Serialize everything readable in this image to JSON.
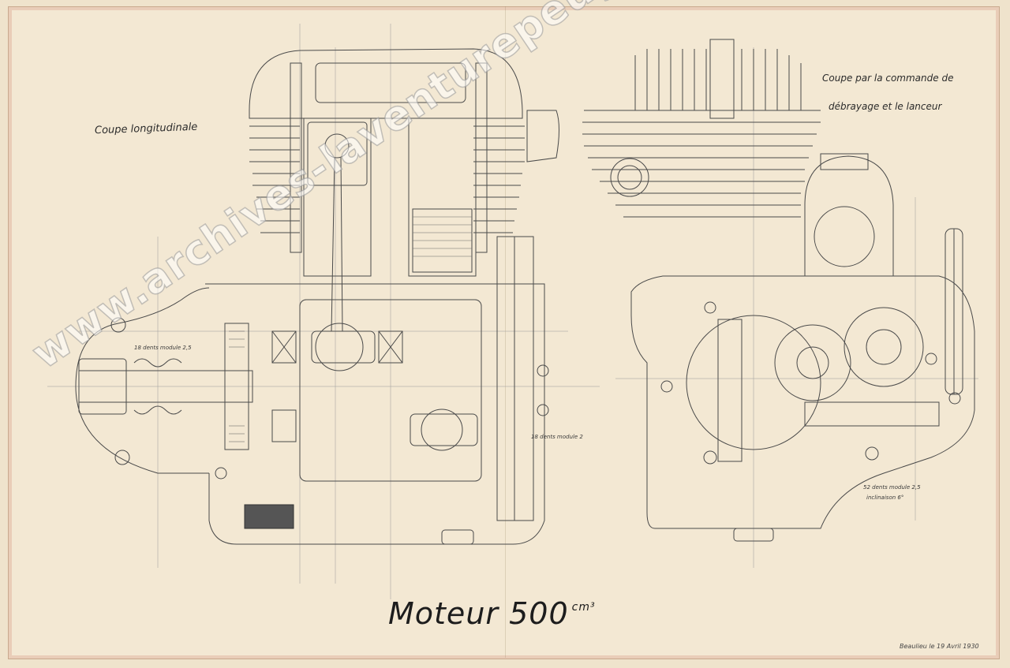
{
  "document": {
    "labels": {
      "left_section": "Coupe longitudinale",
      "right_section_line1": "Coupe par la commande de",
      "right_section_line2": "débrayage et le lanceur"
    },
    "annotations": {
      "note_1": "18 dents module 2,5",
      "note_2": "18 dents module 2",
      "note_3": "52 dents module 2,5",
      "note_4": "inclinaison 6°"
    },
    "title": "Moteur 500",
    "title_unit": "cm³",
    "footer": "Beaulieu le 19 Avril 1930",
    "watermark": "www.archives-laventurepeugeotcitroends.com",
    "colors": {
      "paper": "#f3e8d3",
      "ink": "#3a3a3a",
      "border": "#c9a98e"
    }
  }
}
